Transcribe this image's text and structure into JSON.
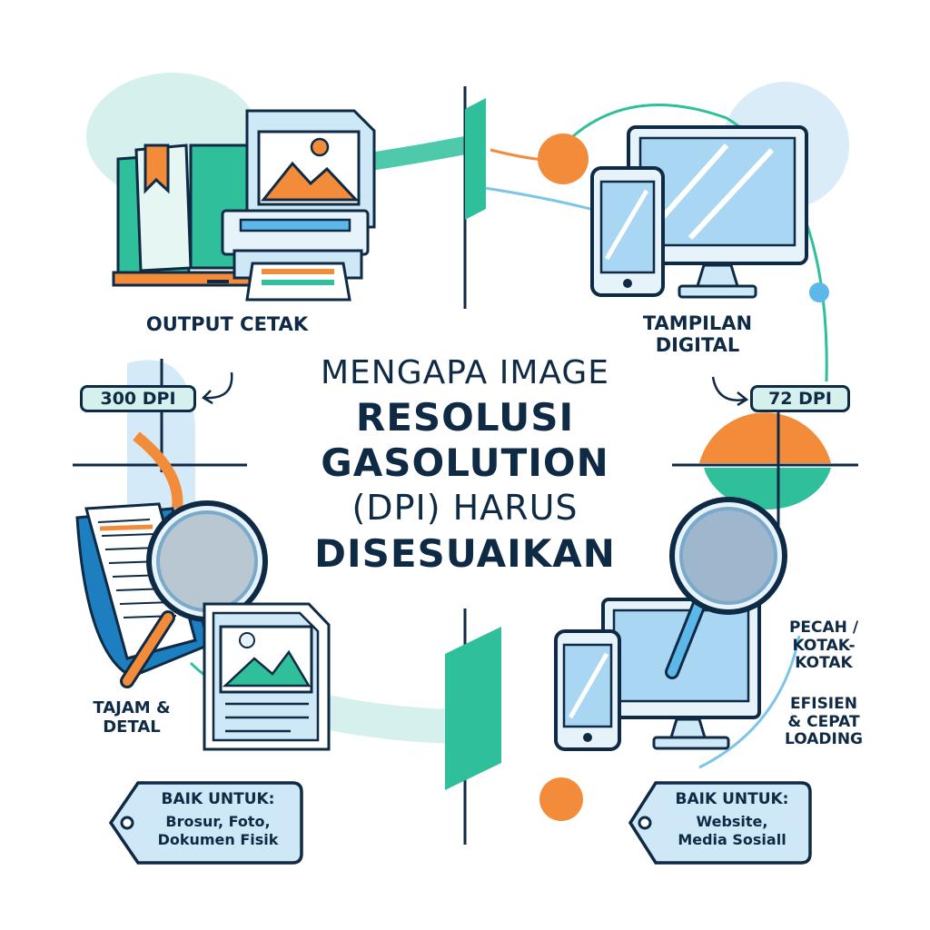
{
  "title": {
    "line1": "MENGAPA IMAGE",
    "line2": "RESOLUSI",
    "line3": "GASOLUTION",
    "line4": "(DPI) HARUS",
    "line5": "DISESUAIKAN"
  },
  "print_side": {
    "heading": "OUTPUT CETAK",
    "dpi_badge": "300 DPI",
    "quality": "TAJAM &\nDETAL",
    "tag_heading": "BAIK UNTUK:",
    "tag_body": "Brosur, Foto,\nDokumen Fisik"
  },
  "digital_side": {
    "heading": "TAMPILAN\nDIGITAL",
    "dpi_badge": "72 DPI",
    "quality_1": "PECAH /\nKOTAK-\nKOTAK",
    "quality_2": "EFISIEN\n& CEPAT\nLOADING",
    "tag_heading": "BAIK UNTUK:",
    "tag_body": "Website,\nMedia Sosiall"
  },
  "colors": {
    "navy": "#0f2a44",
    "teal": "#2fbf9a",
    "orange": "#f28c3a",
    "light_blue": "#cfe8f7",
    "pale_teal": "#d6f0ee"
  },
  "icons": [
    "book-icon",
    "printer-icon",
    "image-file-icon",
    "monitor-icon",
    "smartphone-icon",
    "magnifier-icon",
    "tag-icon"
  ]
}
